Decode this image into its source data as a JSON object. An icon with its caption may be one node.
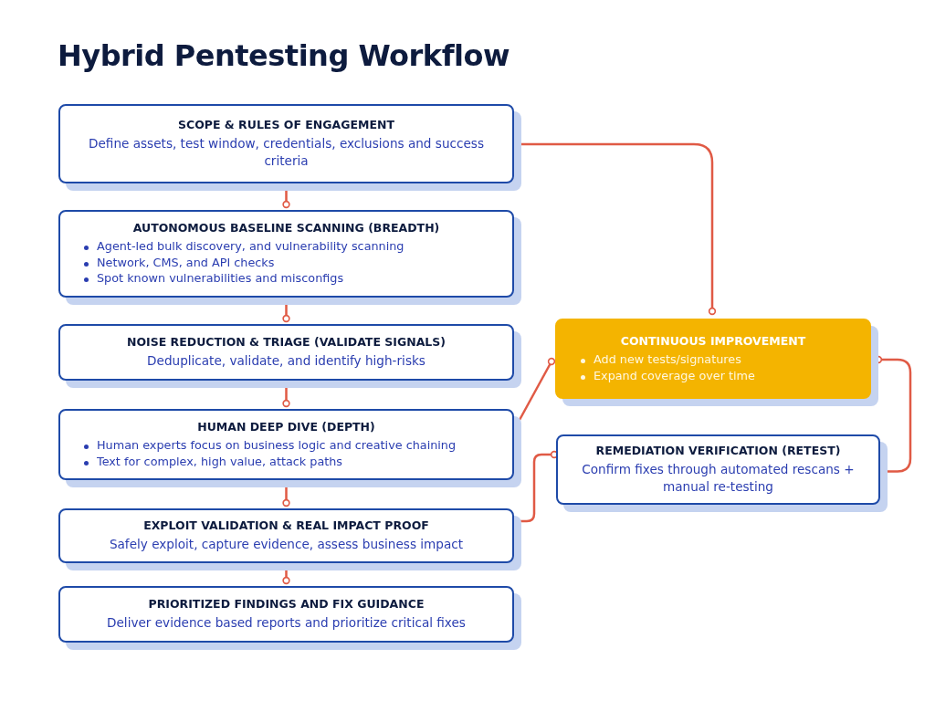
{
  "diagram": {
    "title": "Hybrid Pentesting Workflow",
    "nodes": [
      {
        "text": [
          "SCOPE & RULES OF ENGAGEMENT",
          "Define assets, test window, credentials, exclusions and success criteria"
        ]
      },
      {
        "text": [
          "AUTONOMOUS BASELINE SCANNING (BREADTH)",
          "Agent-led bulk discovery, and vulnerability scanning",
          "Network, CMS, and API checks",
          "Spot known vulnerabilities and misconfigs"
        ]
      },
      {
        "text": [
          "NOISE REDUCTION & TRIAGE (VALIDATE SIGNALS)",
          "Deduplicate, validate, and identify high-risks"
        ]
      },
      {
        "text": [
          "HUMAN DEEP DIVE (DEPTH)",
          "Human experts focus on business logic and creative chaining",
          "Text for complex, high value, attack paths"
        ]
      },
      {
        "text": [
          "EXPLOIT VALIDATION & REAL IMPACT PROOF",
          "Safely exploit, capture evidence, assess business impact"
        ]
      },
      {
        "text": [
          "PRIORITIZED FINDINGS AND FIX GUIDANCE",
          "Deliver evidence based reports and prioritize critical fixes"
        ]
      },
      {
        "text": [
          "CONTINUOUS IMPROVEMENT",
          "Add new tests/signatures",
          "Expand coverage over time"
        ]
      },
      {
        "text": [
          "REMEDIATION VERIFICATION (RETEST)",
          "Confirm fixes through automated rescans + manual re-testing"
        ]
      }
    ],
    "edges": [
      {
        "from": 0,
        "to": 1,
        "arrow": "other"
      },
      {
        "from": 1,
        "to": 2,
        "arrow": "other"
      },
      {
        "from": 2,
        "to": 3,
        "arrow": "other"
      },
      {
        "from": 3,
        "to": 4,
        "arrow": "other"
      },
      {
        "from": 4,
        "to": 5,
        "arrow": "other"
      },
      {
        "from": 0,
        "to": 6,
        "arrow": "other"
      },
      {
        "from": 3,
        "to": 6,
        "arrow": "other"
      },
      {
        "from": 4,
        "to": 7,
        "arrow": "other"
      },
      {
        "from": 7,
        "to": 6,
        "arrow": "other"
      }
    ]
  }
}
